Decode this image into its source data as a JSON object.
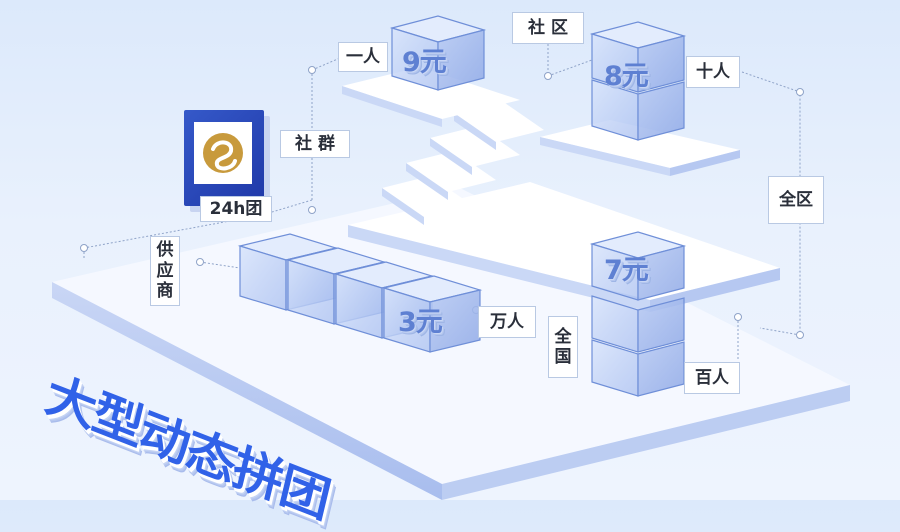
{
  "title": "大型动态拼团",
  "logo": {
    "caption": "24h团",
    "icon": "golden-swirl-logo",
    "frame_color": "#2a47b8",
    "accent_color": "#c89a3c"
  },
  "labels": {
    "community_group": "社 群",
    "supplier": [
      "供",
      "应",
      "商"
    ],
    "one_person": "一人",
    "community": "社 区",
    "ten_people": "十人",
    "whole_area": "全区",
    "ten_thousand": "万人",
    "nationwide": [
      "全",
      "国"
    ],
    "hundred_people": "百人"
  },
  "prices": {
    "nine": "9元",
    "eight": "8元",
    "seven": "7元",
    "three": "3元"
  },
  "colors": {
    "title_blue": "#3162e8",
    "price_blue": "#5e80d2",
    "cube_edge": "#6f8fd8",
    "platform_top": "#f6f9ff"
  }
}
